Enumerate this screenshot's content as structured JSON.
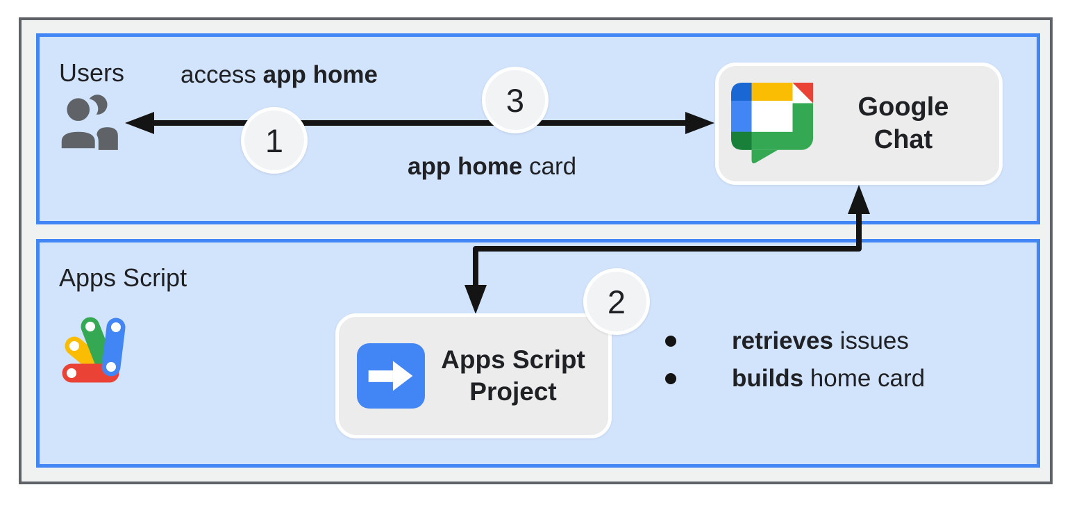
{
  "colors": {
    "text": "#202124",
    "white": "#ffffff",
    "frame_fill": "#f0f1f1",
    "frame_border": "#5f6368",
    "section_fill": "#d2e3fc",
    "section_border": "#4285f4",
    "node_fill": "#ececec",
    "circle_fill": "#f1f3f4",
    "connector": "#141414",
    "google_blue": "#4285f4",
    "google_dark_blue": "#1967d2",
    "google_green": "#34a853",
    "google_dark_green": "#188038",
    "google_yellow": "#fbbc04",
    "google_red": "#ea4335",
    "icon_gray": "#5f6368"
  },
  "sections": {
    "users": {
      "title": "Users"
    },
    "apps_script": {
      "title": "Apps Script"
    }
  },
  "steps": {
    "s1": "1",
    "s2": "2",
    "s3": "3"
  },
  "edges": {
    "access": {
      "normal": "access ",
      "bold": "app home"
    },
    "home_card": {
      "bold": "app home",
      "normal": " card"
    }
  },
  "nodes": {
    "google_chat": {
      "line1": "Google",
      "line2": "Chat"
    },
    "apps_script_project": {
      "line1": "Apps Script",
      "line2": "Project"
    }
  },
  "bullets": [
    {
      "bold": "retrieves",
      "normal": " issues"
    },
    {
      "bold": "builds",
      "normal": " home card"
    }
  ]
}
